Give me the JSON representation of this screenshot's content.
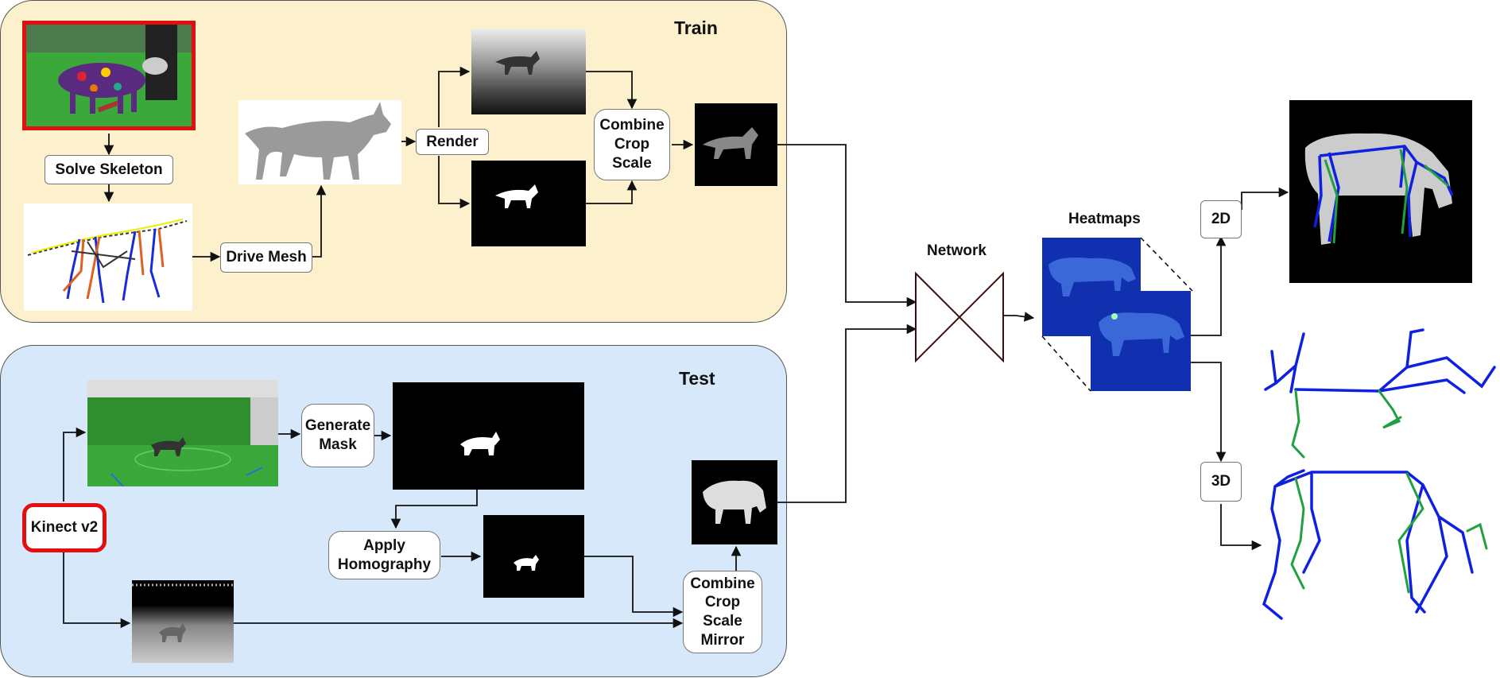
{
  "train": {
    "title": "Train",
    "solve_skeleton": "Solve Skeleton",
    "drive_mesh": "Drive Mesh",
    "render": "Render",
    "combine": "Combine\nCrop\nScale"
  },
  "test": {
    "title": "Test",
    "kinect": "Kinect v2",
    "generate_mask": "Generate\nMask",
    "apply_homography": "Apply\nHomography",
    "combine": "Combine\nCrop\nScale\nMirror"
  },
  "network": {
    "label": "Network"
  },
  "heatmaps": {
    "label": "Heatmaps"
  },
  "outputs": {
    "label_2d": "2D",
    "label_3d": "3D"
  },
  "colors": {
    "train_panel": "#fdf0cc",
    "test_panel": "#d7e8fa",
    "green_screen": "#3aa83a",
    "heatmap_bg": "#1030b0",
    "skeleton_blue": "#1020e0",
    "skeleton_green": "#20a040",
    "highlight_red": "#e01010"
  }
}
